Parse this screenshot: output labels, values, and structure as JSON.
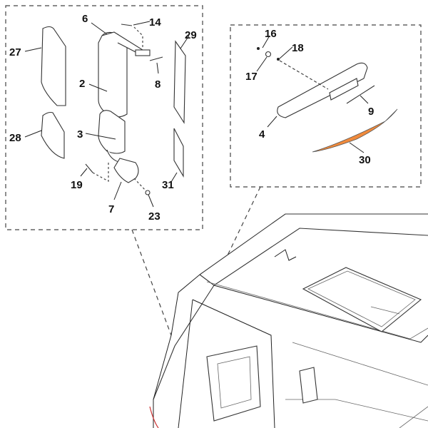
{
  "diagram": {
    "type": "exploded parts diagram",
    "callouts": {
      "left_group": [
        "6",
        "14",
        "27",
        "29",
        "2",
        "8",
        "3",
        "28",
        "19",
        "7",
        "23",
        "31"
      ],
      "right_group": [
        "16",
        "18",
        "17",
        "9",
        "4",
        "30"
      ]
    },
    "highlight_color": "#f08a3c",
    "highlighted_part": "30"
  }
}
